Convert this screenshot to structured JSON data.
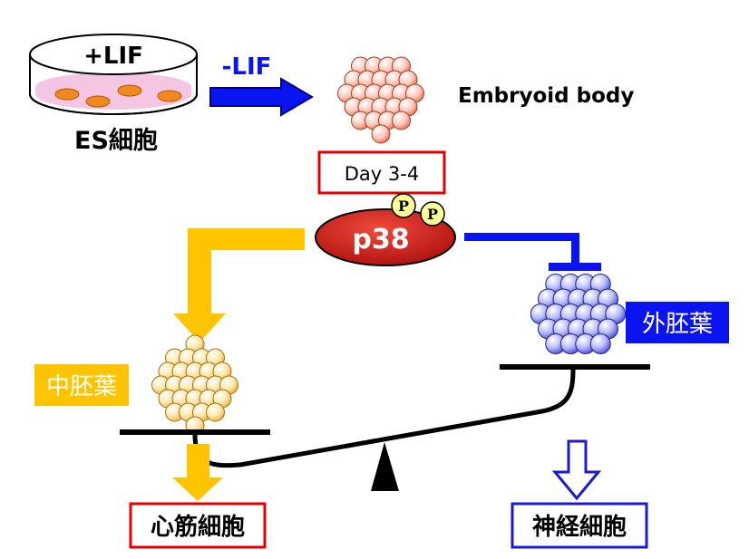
{
  "diagram": {
    "dish": {
      "label": "+LIF"
    },
    "es_cell": {
      "label": "ES細胞"
    },
    "arrow_lif": {
      "label": "-LIF"
    },
    "embryoid": {
      "label": "Embryoid body"
    },
    "day": {
      "label": "Day 3-4"
    },
    "p38": {
      "label": "p38",
      "phospho_label": "P"
    },
    "mesoderm": {
      "label": "中胚葉"
    },
    "ectoderm": {
      "label": "外胚葉"
    },
    "cardiomyocyte": {
      "label": "心筋細胞"
    },
    "neuron": {
      "label": "神経細胞"
    }
  },
  "colors": {
    "yellow": "#ffc400",
    "blue": "#0a14f0",
    "red_border": "#e00000",
    "blue_border": "#1a1ad0",
    "p38_fill": "#c81414",
    "phospho_fill": "#ffff99",
    "salmon_cell": "#f08a1e",
    "dish_fill": "#f5c6e4"
  },
  "icons": [
    "petri-dish",
    "embryoid-ball",
    "balance-scale",
    "inhibition-bar"
  ]
}
